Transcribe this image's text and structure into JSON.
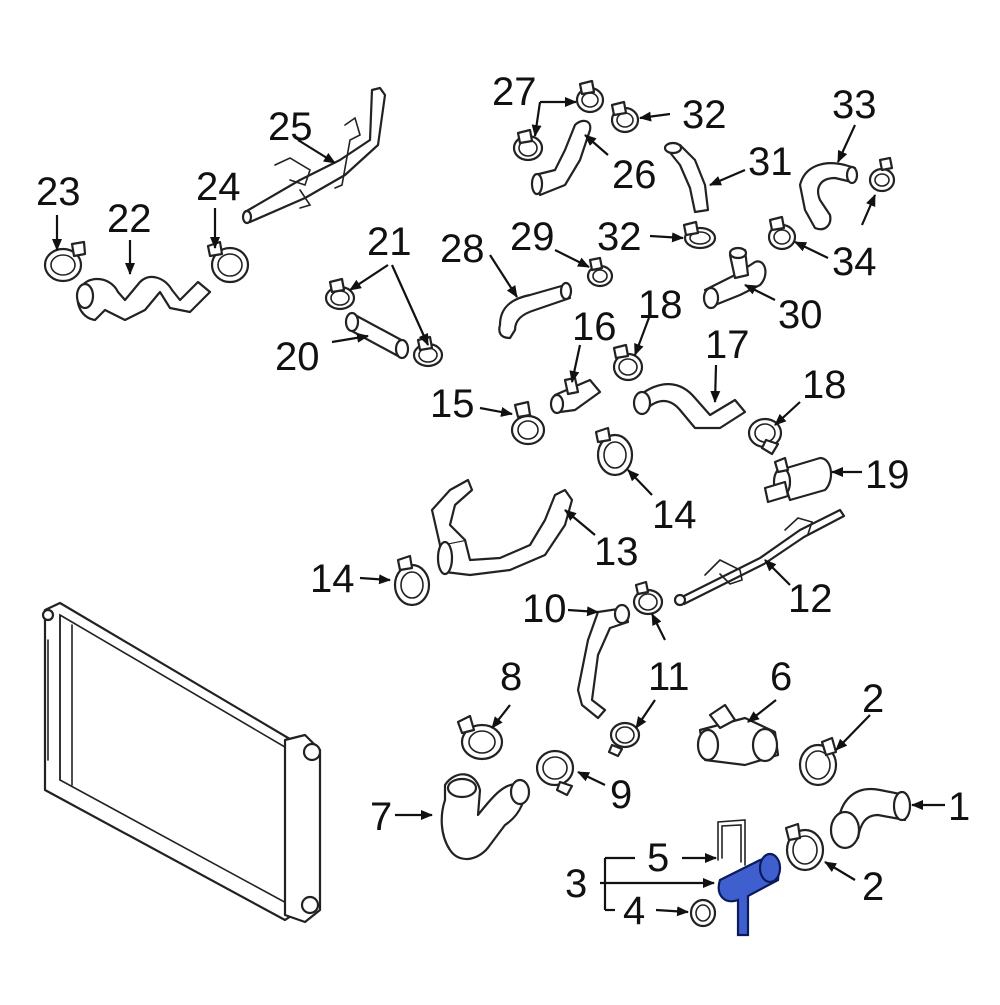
{
  "diagram": {
    "highlight_color": "#3f5fcf",
    "callouts": [
      "1",
      "2",
      "2",
      "3",
      "4",
      "5",
      "6",
      "7",
      "8",
      "9",
      "10",
      "11",
      "11",
      "12",
      "13",
      "14",
      "14",
      "15",
      "16",
      "17",
      "18",
      "18",
      "19",
      "20",
      "21",
      "22",
      "23",
      "24",
      "25",
      "26",
      "27",
      "28",
      "29",
      "30",
      "31",
      "32",
      "32",
      "33",
      "34"
    ]
  }
}
